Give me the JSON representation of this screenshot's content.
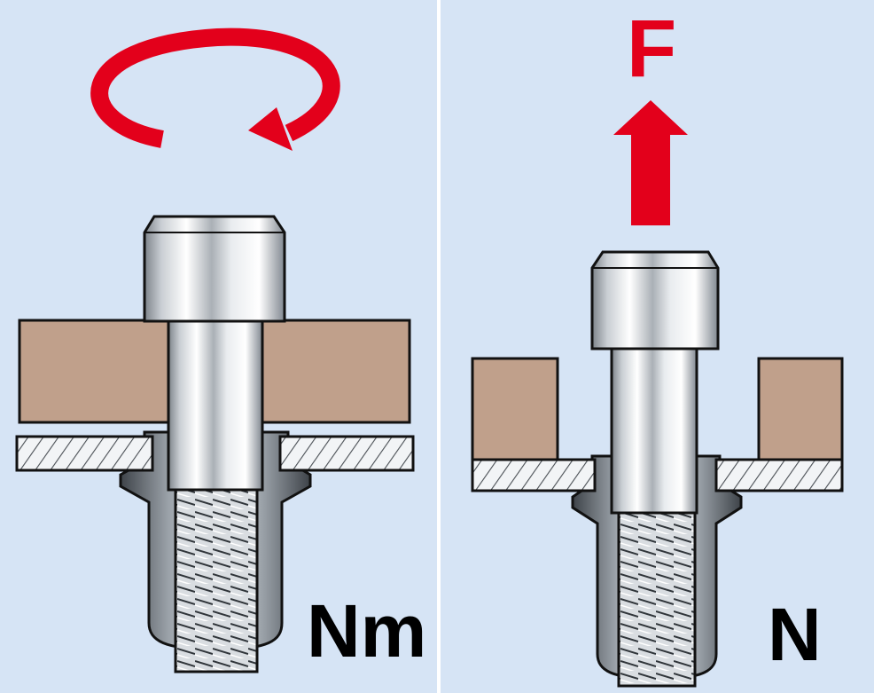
{
  "colors": {
    "background": "#d6e4f5",
    "accent_red": "#e3001b",
    "sheet_brown": "#c0a08b",
    "outline": "#111111",
    "steel_light": "#f2f4f6",
    "steel_dark": "#8a9096"
  },
  "left_panel": {
    "icon": "rotation-arrow-icon",
    "unit_label": "Nm"
  },
  "right_panel": {
    "icon": "upward-force-arrow-icon",
    "force_label": "F",
    "unit_label": "N"
  }
}
